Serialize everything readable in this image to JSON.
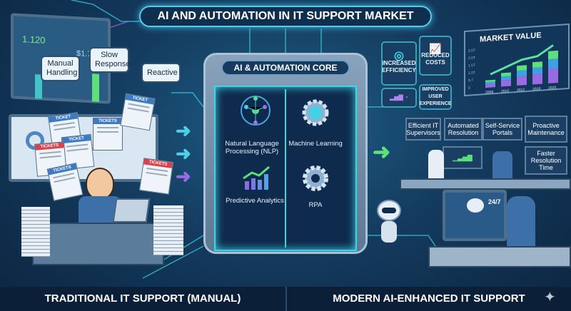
{
  "title": "AI AND AUTOMATION IN IT SUPPORT MARKET",
  "left": {
    "monitor_stats": [
      "1.120",
      "$1.73"
    ],
    "bubbles": [
      "Manual Handling",
      "Slow Response",
      "Reactive"
    ],
    "tickets": [
      "TICKET",
      "TICKETS",
      "TICKET",
      "TICKETS",
      "TICKETS",
      "TICKET",
      "TICKETS"
    ],
    "caption": "TRADITIONAL IT SUPPORT (MANUAL)"
  },
  "core": {
    "title": "AI & AUTOMATION CORE",
    "items": [
      {
        "label": "Natural Language Processing (NLP)",
        "icon": "network-icon"
      },
      {
        "label": "Machine Learning",
        "icon": "brain-gear-icon"
      },
      {
        "label": "Predictive Analytics",
        "icon": "bar-chart-icon"
      },
      {
        "label": "RPA",
        "icon": "gear-icon"
      }
    ]
  },
  "right": {
    "benefits": [
      "INCREASED EFFICIENCY",
      "REDUCED COSTS",
      "IMPROVED USER EXPERIENCE"
    ],
    "panels": [
      "Efficient IT Supervisors",
      "Automated Resolution",
      "Self-Service Portals",
      "Proactive Maintenance",
      "Faster Resolution Time"
    ],
    "assistant_text": "24/7",
    "caption": "MODERN AI-ENHANCED IT SUPPORT"
  },
  "colors": {
    "accent": "#3fd3e6",
    "green": "#5de07a",
    "purple": "#9a6be0",
    "bg": "#143c60"
  },
  "chart_data": {
    "type": "bar",
    "title": "MARKET VALUE",
    "categories": [
      "2008",
      "2010",
      "2012",
      "2018",
      "2020"
    ],
    "values": [
      0.6,
      1.1,
      1.6,
      1.8,
      2.6
    ],
    "yticks": [
      "0",
      "0.7",
      "1.0T",
      "1.5T",
      "2.0T",
      "2.5T"
    ],
    "ylim": [
      0,
      3
    ]
  }
}
